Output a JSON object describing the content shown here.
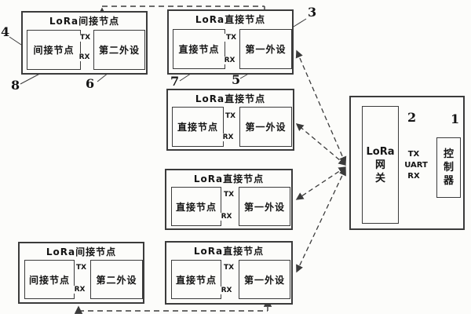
{
  "diagram": {
    "background": "#fcfcfa",
    "line_color": "#3b3b3b",
    "text_color": "#141414"
  },
  "nodes": [
    {
      "title": "LoRa间接节点",
      "left": "间接节点",
      "right": "第二外设",
      "tx": "TX",
      "rx": "RX"
    },
    {
      "title": "LoRa直接节点",
      "left": "直接节点",
      "right": "第一外设",
      "tx": "TX",
      "rx": "RX"
    },
    {
      "title": "LoRa直接节点",
      "left": "直接节点",
      "right": "第一外设",
      "tx": "TX",
      "rx": "RX"
    },
    {
      "title": "LoRa直接节点",
      "left": "直接节点",
      "right": "第一外设",
      "tx": "TX",
      "rx": "RX"
    },
    {
      "title": "LoRa直接节点",
      "left": "直接节点",
      "right": "第一外设",
      "tx": "TX",
      "rx": "RX"
    },
    {
      "title": "LoRa间接节点",
      "left": "间接节点",
      "right": "第二外设",
      "tx": "TX",
      "rx": "RX"
    }
  ],
  "gateway": {
    "label_lines": [
      "LoRa",
      "网",
      "关"
    ]
  },
  "controller": {
    "label_lines": [
      "控",
      "制",
      "器"
    ]
  },
  "uart": {
    "tx": "TX",
    "label": "UART",
    "rx": "RX"
  },
  "refs": {
    "r1": "1",
    "r2": "2",
    "r3": "3",
    "r4": "4",
    "r5": "5",
    "r6": "6",
    "r7": "7",
    "r8": "8"
  }
}
